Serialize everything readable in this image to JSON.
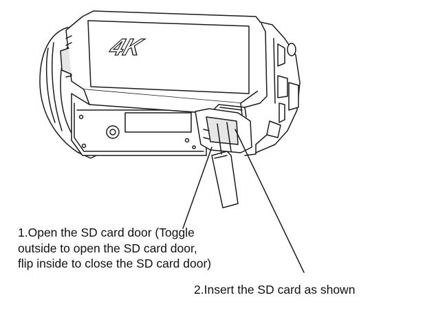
{
  "diagram": {
    "camera_badge": "4K",
    "steps": [
      {
        "lines": [
          "1.Open the SD card door (Toggle",
          "outside to open the SD card door,",
          "flip inside to close the SD card door)"
        ]
      },
      {
        "lines": [
          "2.Insert the SD card as shown"
        ]
      }
    ],
    "colors": {
      "line": "#1a1a1a",
      "fill": "#ffffff",
      "shade": "#e6e6e6",
      "text": "#111111"
    }
  }
}
